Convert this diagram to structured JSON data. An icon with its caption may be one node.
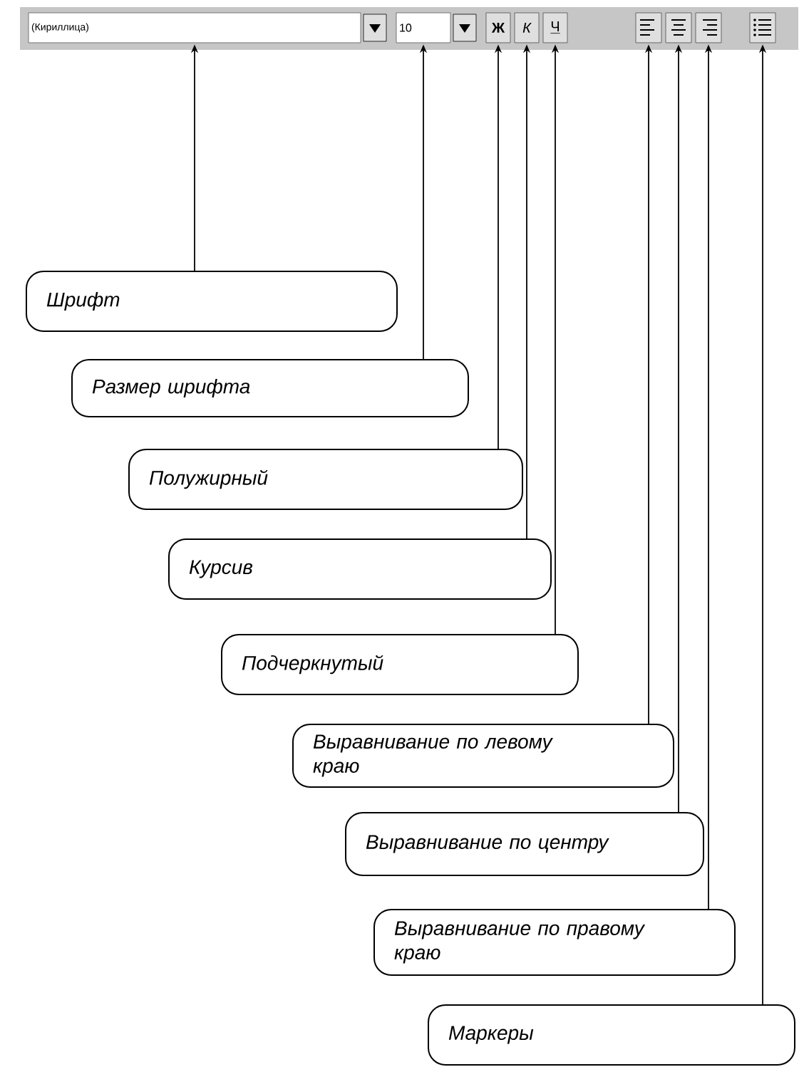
{
  "diagram": {
    "nodes": [
      {
        "text": [
          "(Кириллица)"
        ]
      },
      {
        "text": [
          "10"
        ]
      },
      {
        "text": [
          "Ж"
        ]
      },
      {
        "text": [
          "К"
        ]
      },
      {
        "text": [
          "Ч"
        ]
      },
      {
        "text": [],
        "shape": "box"
      },
      {
        "text": [],
        "shape": "box"
      },
      {
        "text": [],
        "shape": "box"
      },
      {
        "text": [],
        "shape": "box"
      },
      {
        "text": [
          "Шрифт"
        ]
      },
      {
        "text": [
          "Размер шрифта"
        ]
      },
      {
        "text": [
          "Полужирный"
        ]
      },
      {
        "text": [
          "Курсив"
        ]
      },
      {
        "text": [
          "Подчеркнутый"
        ]
      },
      {
        "text": [
          "Выравнивание по левому краю"
        ]
      },
      {
        "text": [
          "Выравнивание по центру"
        ]
      },
      {
        "text": [
          "Выравнивание по правому краю"
        ]
      },
      {
        "text": [
          "Маркеры"
        ]
      }
    ],
    "edges": [
      {
        "from": 9,
        "to": 0,
        "arrow": "to"
      },
      {
        "from": 10,
        "to": 1,
        "arrow": "to"
      },
      {
        "from": 11,
        "to": 2,
        "arrow": "to"
      },
      {
        "from": 12,
        "to": 3,
        "arrow": "to"
      },
      {
        "from": 13,
        "to": 4,
        "arrow": "to"
      },
      {
        "from": 14,
        "to": 5,
        "arrow": "to"
      },
      {
        "from": 15,
        "to": 6,
        "arrow": "to"
      },
      {
        "from": 16,
        "to": 7,
        "arrow": "to"
      },
      {
        "from": 17,
        "to": 8,
        "arrow": "to"
      }
    ]
  }
}
